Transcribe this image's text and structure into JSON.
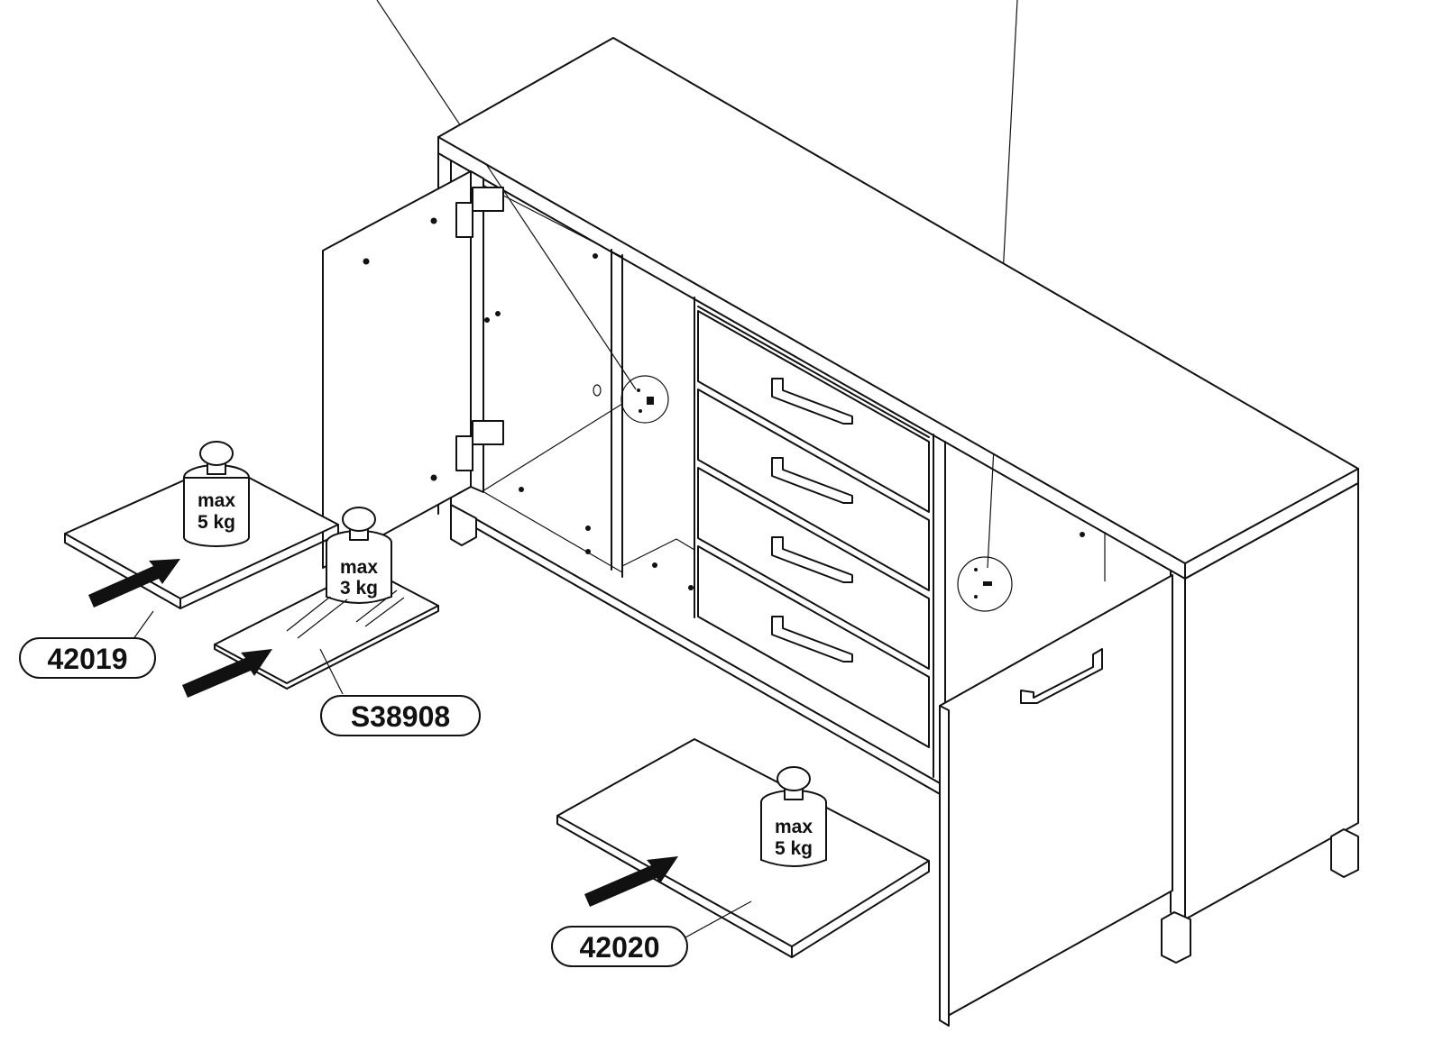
{
  "labels": {
    "shelf_left": "42019",
    "shelf_small": "S38908",
    "shelf_bottom": "42020"
  },
  "weights": {
    "w1": {
      "line1": "max",
      "line2": "5 kg"
    },
    "w2": {
      "line1": "max",
      "line2": "3 kg"
    },
    "w3": {
      "line1": "max",
      "line2": "5 kg"
    }
  }
}
